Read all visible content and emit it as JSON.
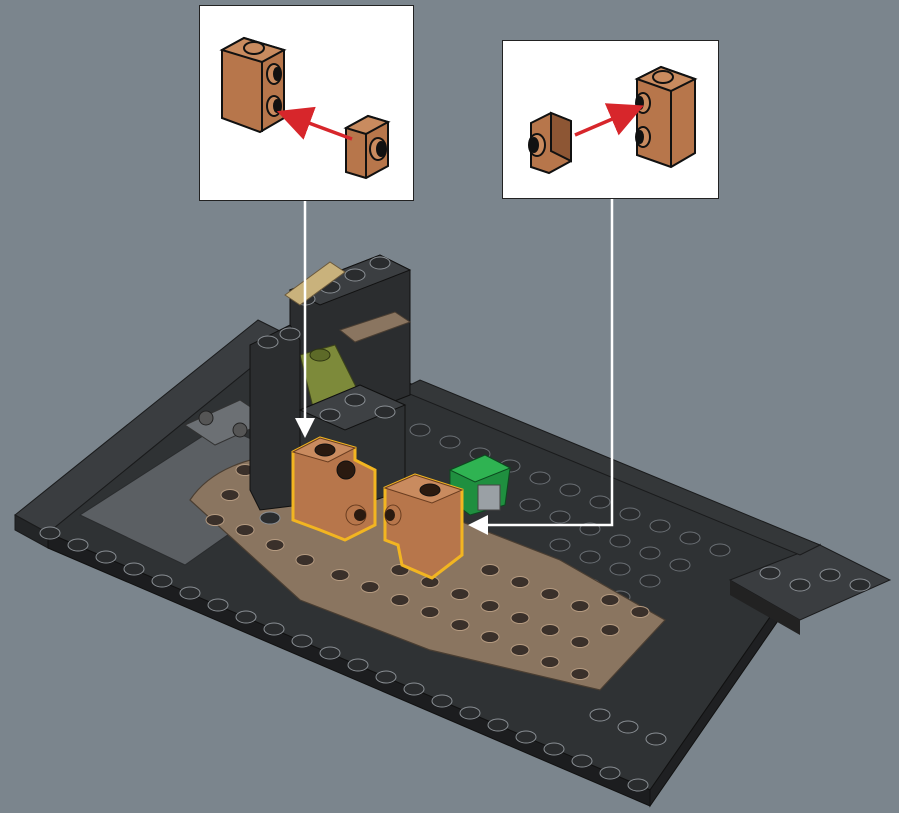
{
  "scene": {
    "background_color": "#7b858d",
    "palette": {
      "dark_gray": "#2a2c2e",
      "dark_gray_top": "#3a3d40",
      "mid_gray": "#5b5f63",
      "reddish_brown_tan": "#8a7560",
      "reddish_brown_tan_dark": "#6c5a48",
      "medium_nougat": "#b7764b",
      "medium_nougat_dark": "#8d5634",
      "olive_green": "#7d8a3a",
      "bright_green": "#1f8f3f",
      "tan": "#c9b27c",
      "highlight_outline": "#f2b521",
      "arrow_red": "#d7262b",
      "arrow_white": "#ffffff"
    }
  },
  "callouts": [
    {
      "id": "left",
      "part": "brick-1x1x2-with-side-studs",
      "plate": "plate-1x1-round-stud",
      "direction": "attach-right-side"
    },
    {
      "id": "right",
      "part": "brick-1x1x2-with-side-studs",
      "plate": "plate-1x1-round-stud",
      "direction": "attach-left-side"
    }
  ]
}
